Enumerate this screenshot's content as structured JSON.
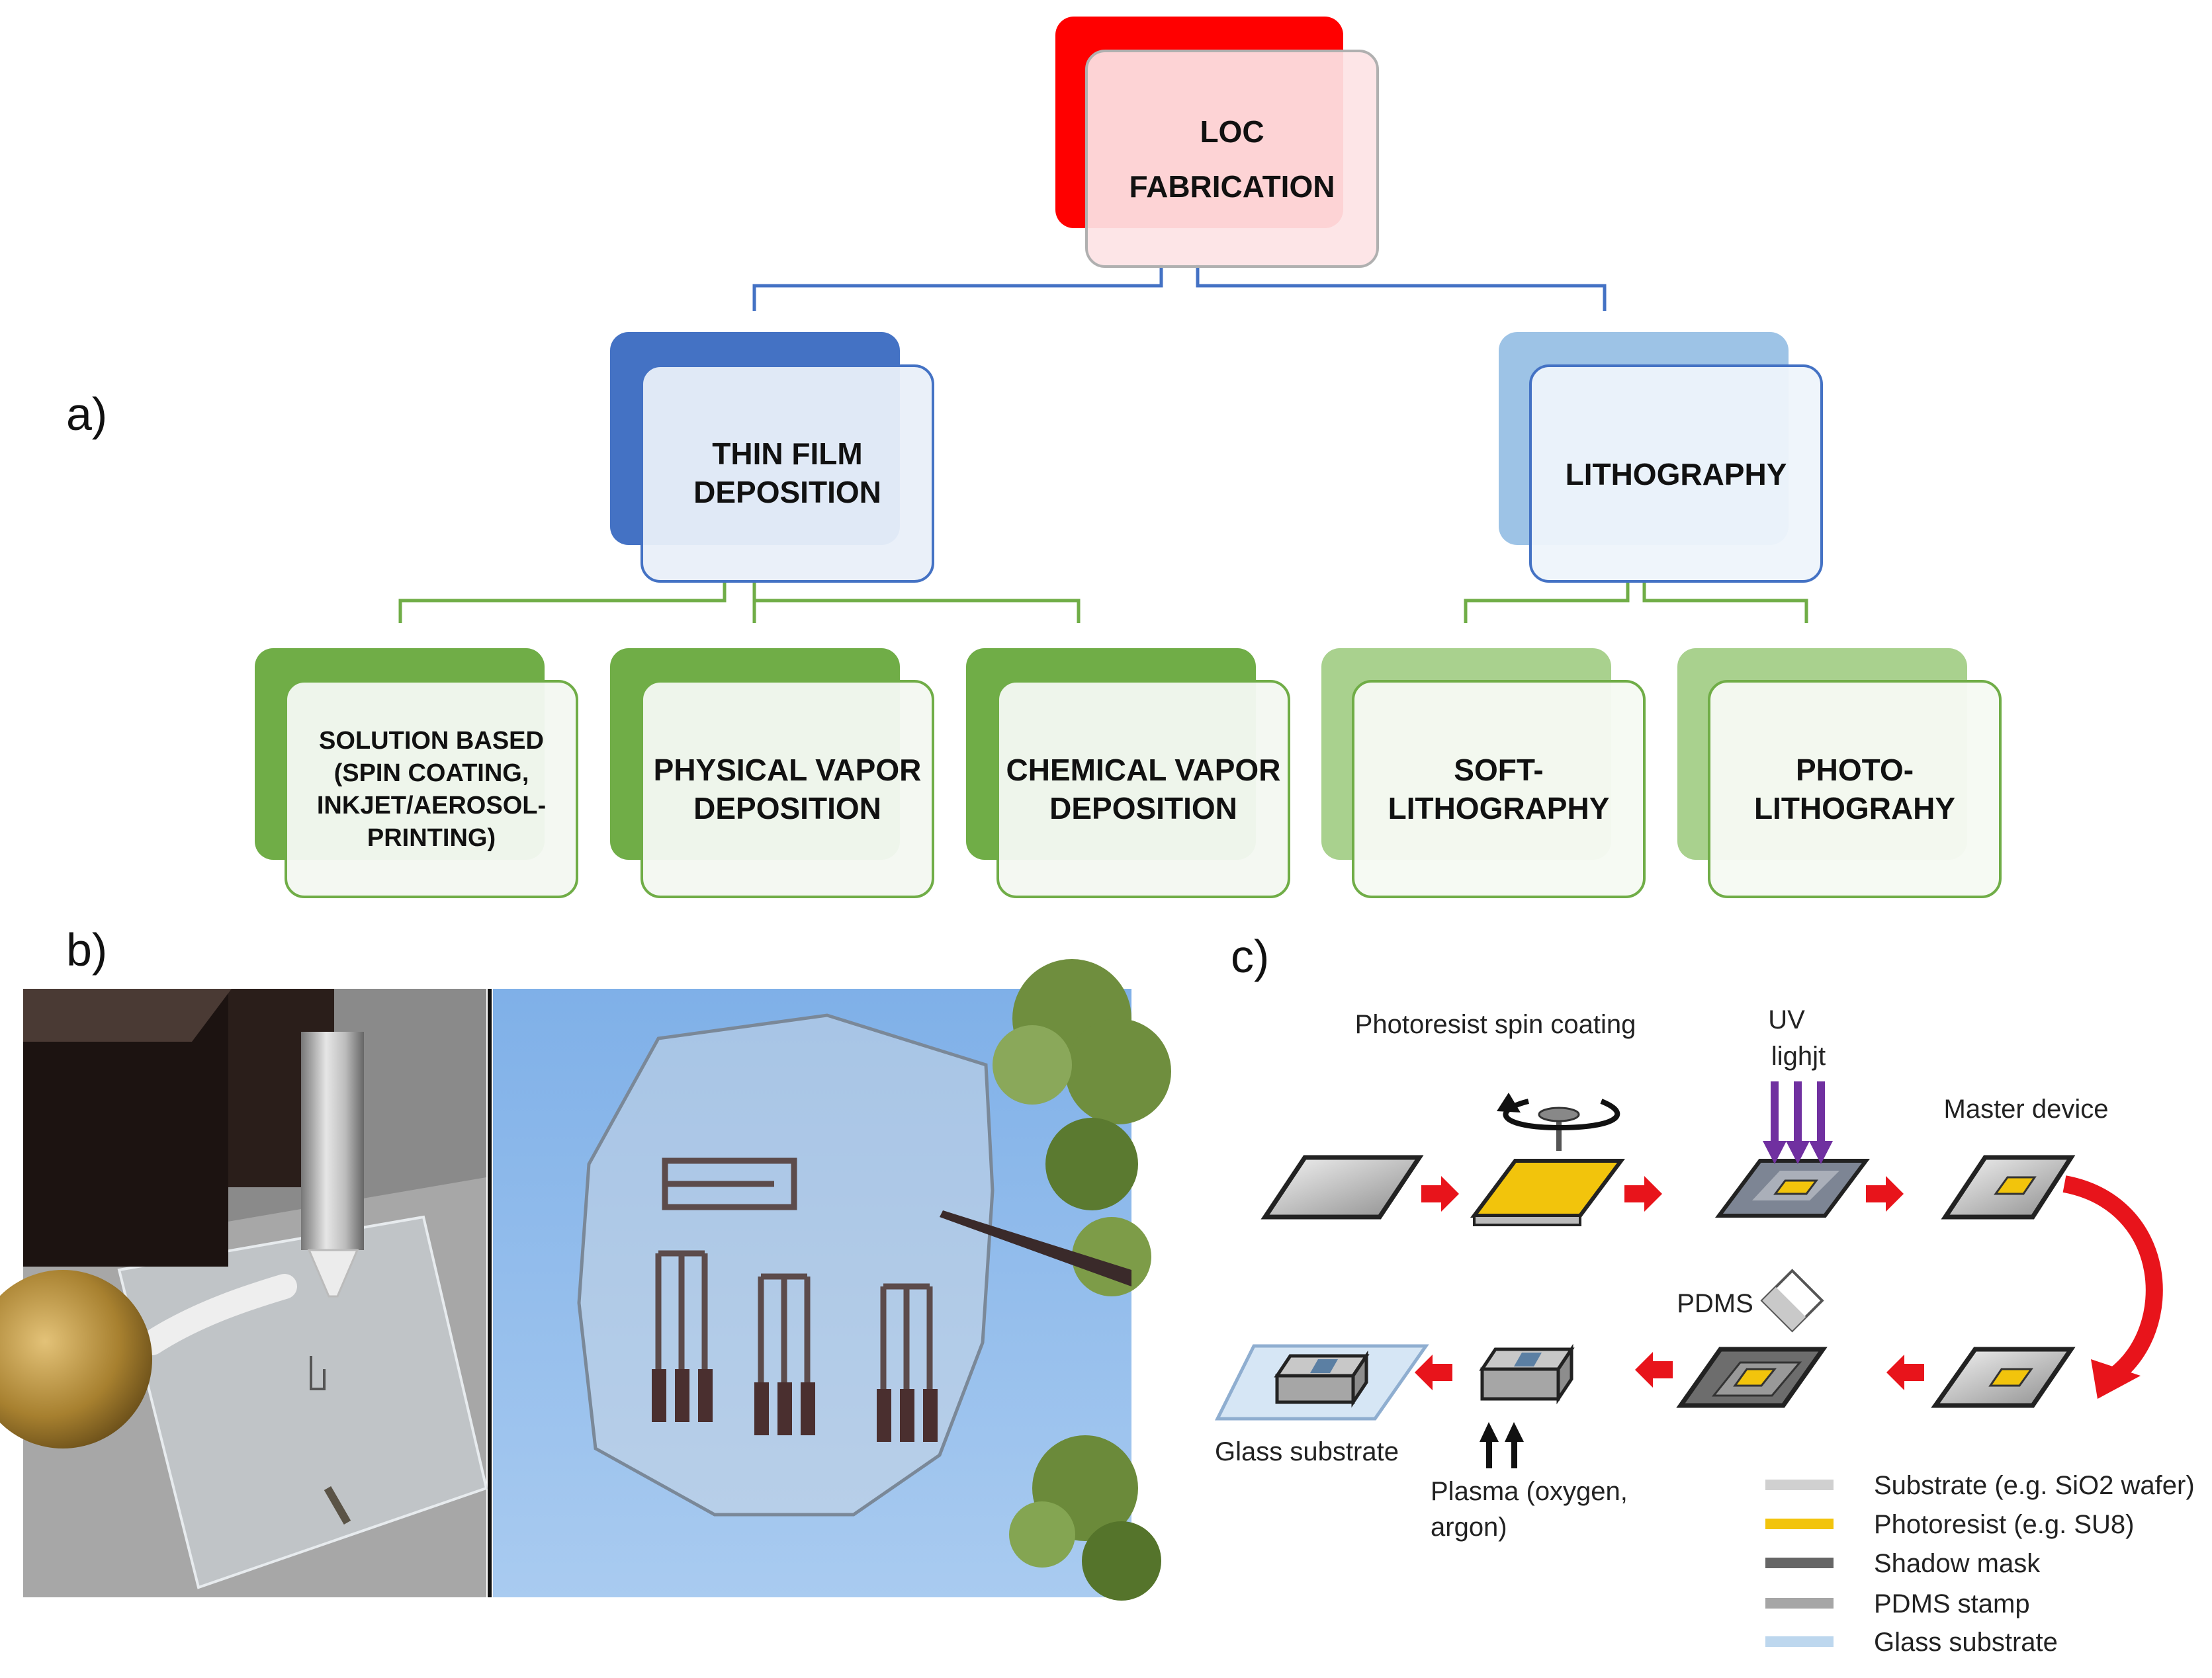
{
  "panels": {
    "a": "a)",
    "b": "b)",
    "c": "c)"
  },
  "tree": {
    "root": {
      "lines": [
        "LOC",
        "FABRICATION"
      ],
      "accent": "#ff0000",
      "fill": "#fde3e5"
    },
    "level1": [
      {
        "lines": [
          "THIN FILM",
          "DEPOSITION"
        ],
        "accent": "#4472c4",
        "fill": "#e9eff9"
      },
      {
        "lines": [
          "LITHOGRAPHY"
        ],
        "accent": "#9dc3e6",
        "fill": "#eef4fb"
      }
    ],
    "level2": [
      {
        "lines": [
          "SOLUTION BASED",
          "(SPIN COATING,",
          "INKJET/AEROSOL-",
          "PRINTING)"
        ],
        "accent": "#70ad47"
      },
      {
        "lines": [
          "PHYSICAL VAPOR",
          "DEPOSITION"
        ],
        "accent": "#70ad47"
      },
      {
        "lines": [
          "CHEMICAL VAPOR",
          "DEPOSITION"
        ],
        "accent": "#70ad47"
      },
      {
        "lines": [
          "SOFT-",
          "LITHOGRAPHY"
        ],
        "accent": "#a9d18e"
      },
      {
        "lines": [
          "PHOTO-",
          "LITHOGRAHY"
        ],
        "accent": "#a9d18e"
      }
    ]
  },
  "process": {
    "spin_label": "Photoresist spin coating",
    "uv_label": [
      "UV",
      "lighjt"
    ],
    "master_label": "Master device",
    "pdms_label": "PDMS",
    "glass_label": "Glass substrate",
    "plasma_label": [
      "Plasma (oxygen,",
      "argon)"
    ]
  },
  "legend": [
    {
      "label": "Substrate (e.g. SiO2 wafer)",
      "color": "#d0d0d0"
    },
    {
      "label": "Photoresist (e.g. SU8)",
      "color": "#f2c40c"
    },
    {
      "label": "Shadow mask",
      "color": "#666666"
    },
    {
      "label": "PDMS stamp",
      "color": "#a6a6a6"
    },
    {
      "label": "Glass substrate",
      "color": "#bdd7ee"
    }
  ],
  "colors": {
    "arrow": "#e8141b",
    "uv": "#7030a0",
    "connector_blue": "#4472c4",
    "connector_green": "#70ad47"
  }
}
